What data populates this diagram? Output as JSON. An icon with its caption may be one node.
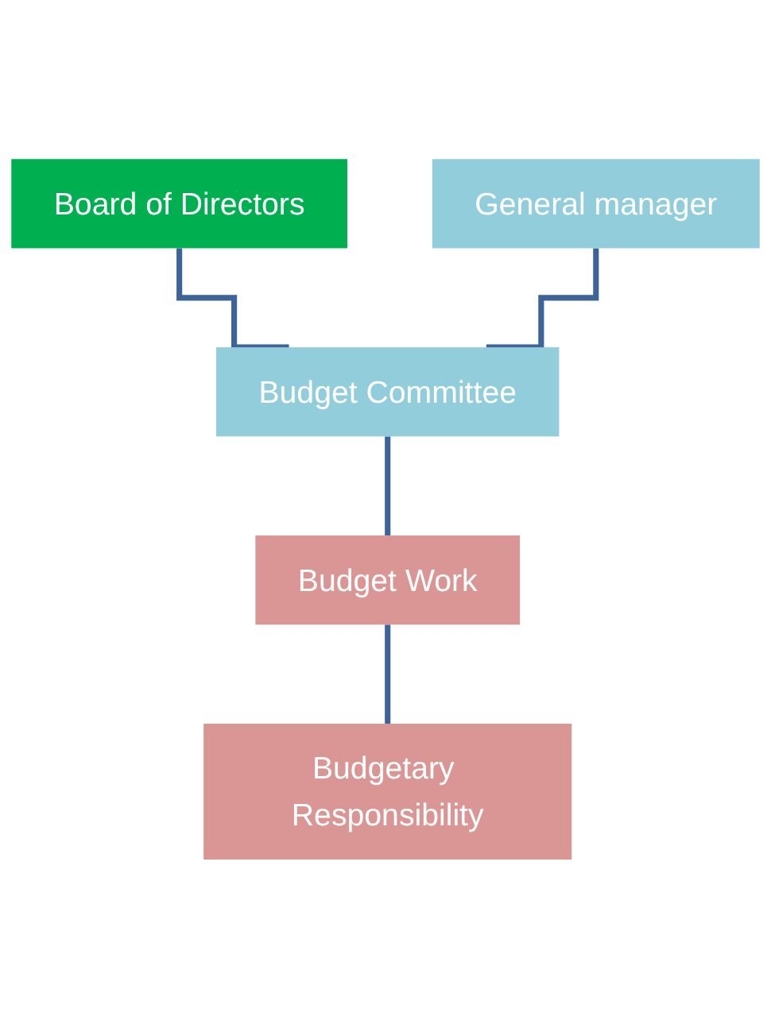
{
  "diagram": {
    "nodes": [
      {
        "text": [
          "Board of Directors"
        ]
      },
      {
        "text": [
          "General manager"
        ]
      },
      {
        "text": [
          "Budget Committee"
        ]
      },
      {
        "text": [
          "Budget Work"
        ]
      },
      {
        "text": [
          "Budgetary Responsibility"
        ]
      }
    ],
    "edges": [
      {
        "from": 0,
        "to": 2,
        "arrow": "none"
      },
      {
        "from": 1,
        "to": 2,
        "arrow": "none"
      },
      {
        "from": 2,
        "to": 3,
        "arrow": "none"
      },
      {
        "from": 3,
        "to": 4,
        "arrow": "none"
      }
    ]
  }
}
